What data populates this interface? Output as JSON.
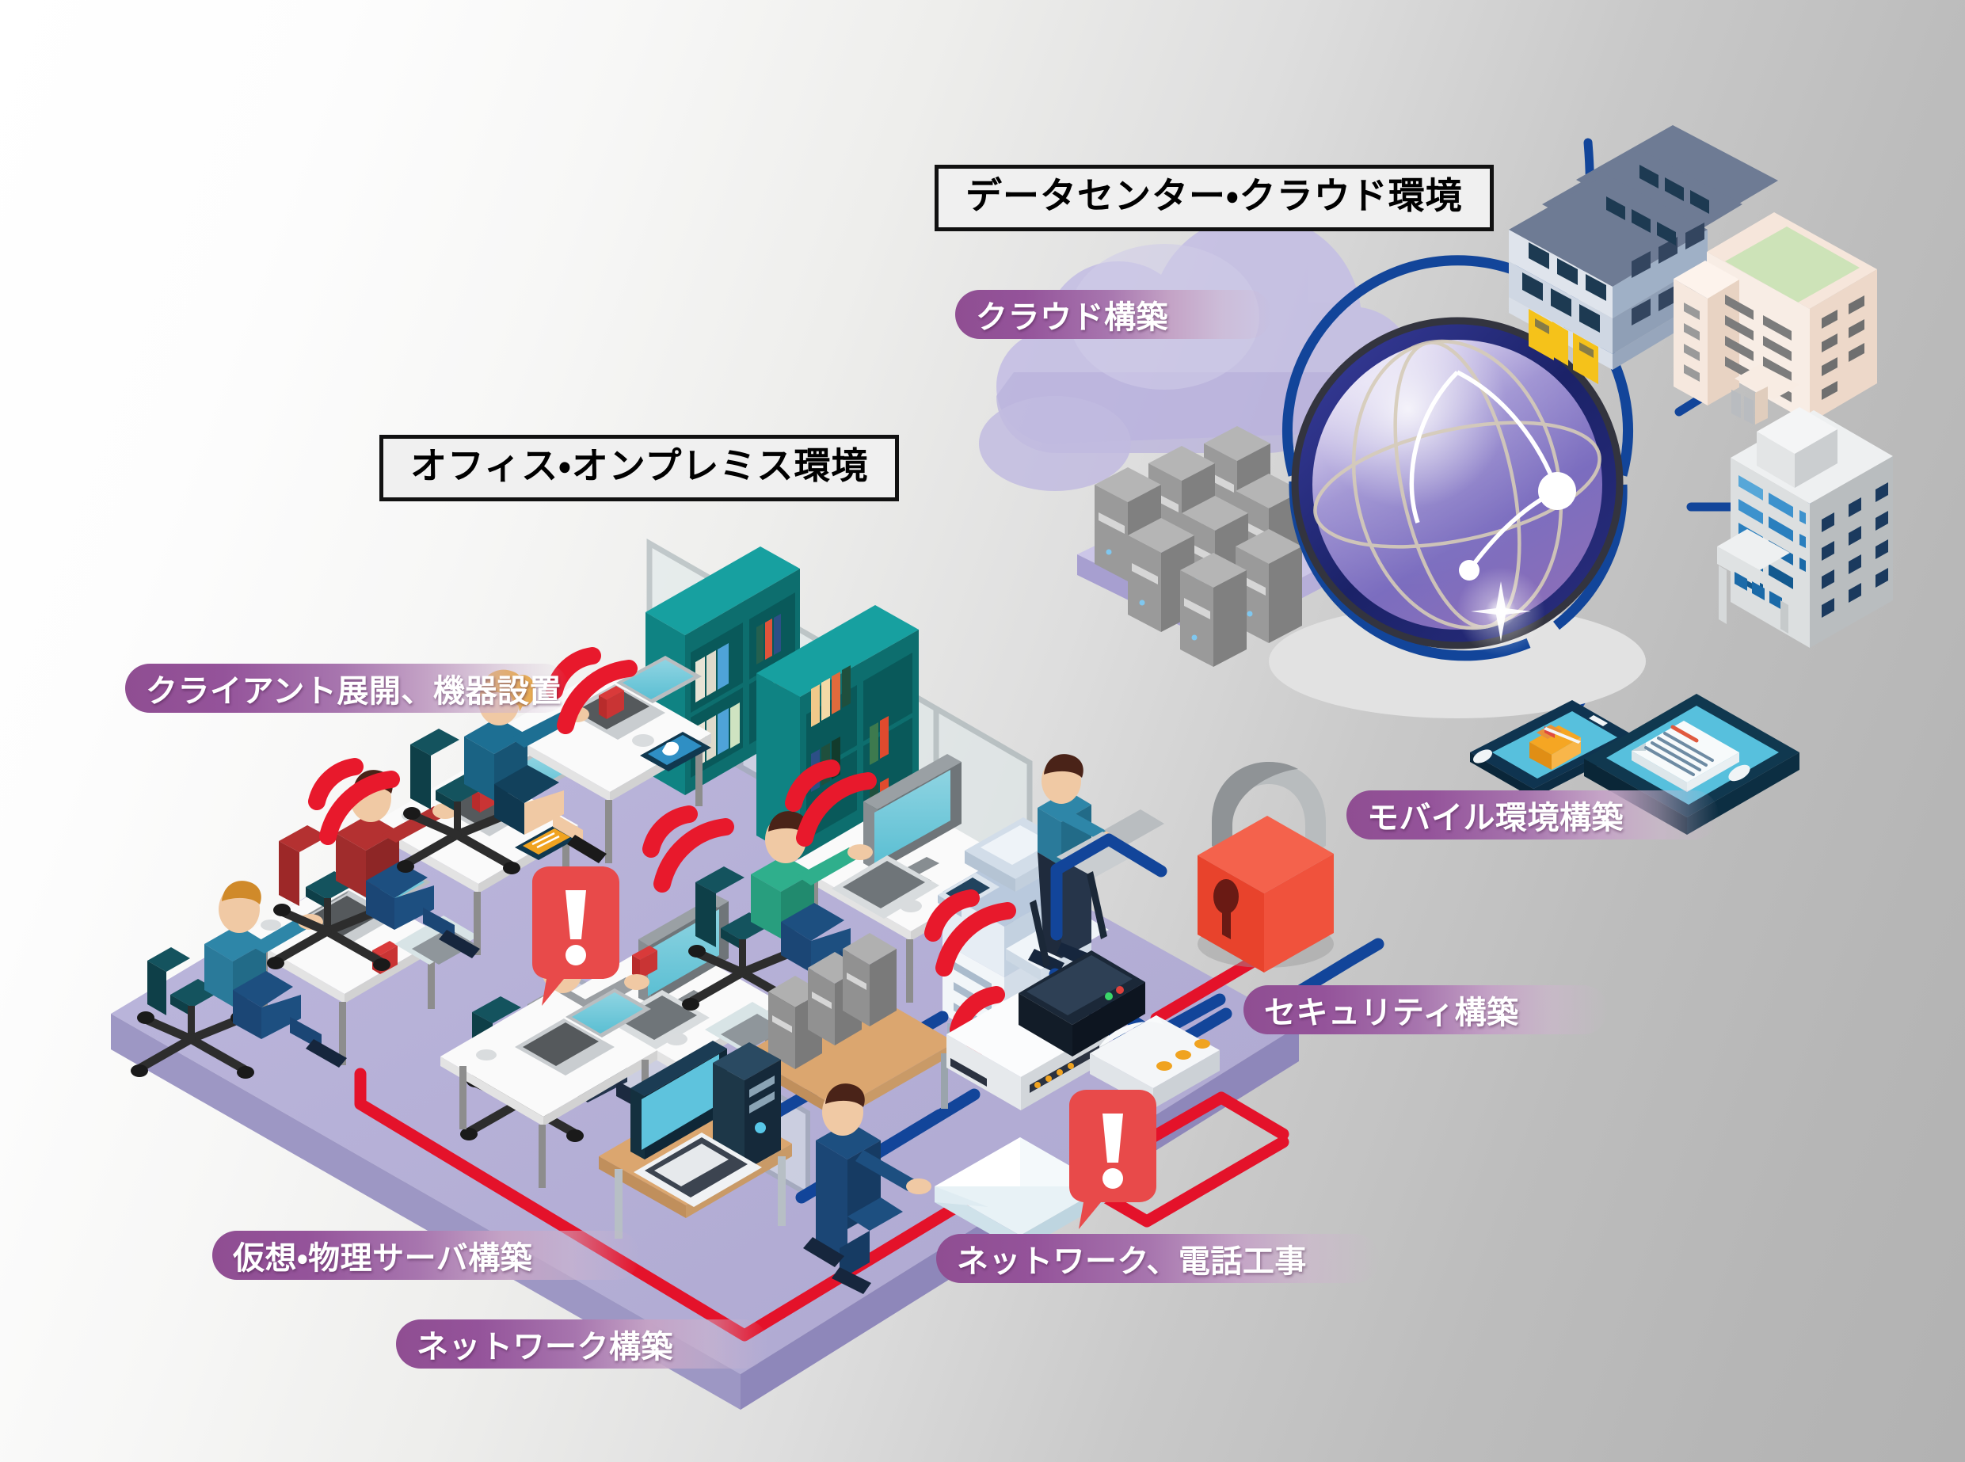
{
  "diagram": {
    "kind": "isometric-it-infrastructure-diagram",
    "background_gradient": [
      "#ffffff",
      "#b2b2b2"
    ]
  },
  "sections": [
    {
      "id": "datacenter",
      "label": "データセンター・クラウド環境"
    },
    {
      "id": "office",
      "label": "オフィス・オンプレミス環境"
    }
  ],
  "badges": [
    {
      "id": "cloud",
      "label": "クラウド構築"
    },
    {
      "id": "client",
      "label": "クライアント展開、機器設置"
    },
    {
      "id": "mobile",
      "label": "モバイル環境構築"
    },
    {
      "id": "security",
      "label": "セキュリティ構築"
    },
    {
      "id": "server",
      "label": "仮想・物理サーバ構築"
    },
    {
      "id": "netphone",
      "label": "ネットワーク、電話工事"
    },
    {
      "id": "network",
      "label": "ネットワーク構築"
    }
  ],
  "colors": {
    "badge_purple": "#8f4e92",
    "badge_fade": "#cbb4cb",
    "title_border": "#111111",
    "title_fill": "#f0f0f0",
    "floor_top": "#b3aed4",
    "floor_side": "#9d97c4",
    "globe_dark": "#1b2268",
    "globe_light": "#b9aee0",
    "cloud_lavender": "#c3bde4",
    "wifi_red": "#e8192c",
    "cable_blue": "#12459a",
    "cable_red": "#e4122a",
    "alert_red": "#e84a4a",
    "padlock_red": "#f0523c",
    "bookshelf_teal": "#17817f",
    "server_gray": "#9a9a9a",
    "device_navy": "#143council",
    "screen_cyan": "#5ec3dd",
    "factory_blue": "#b9c6d8",
    "factory_door_yellow": "#f5c21a",
    "office_bldg_beige": "#f4e0d4",
    "office_bldg_roof_green": "#cde3b8",
    "tower_white": "#e9ebec",
    "tower_window_blue": "#1b6aa8"
  },
  "elements": {
    "datacenter": {
      "globe": {
        "name": "network-globe",
        "nodes": 2
      },
      "cloud": {
        "name": "cloud-shape"
      },
      "servers": {
        "name": "server-tower-group",
        "count": 8
      },
      "buildings": [
        {
          "name": "factory-building",
          "style": "warehouse, blue-gray, yellow shutters"
        },
        {
          "name": "hospital-building",
          "style": "beige block, green roof"
        },
        {
          "name": "office-tower",
          "style": "white tower, blue windows"
        }
      ],
      "mobile_devices": [
        {
          "name": "smartphone",
          "screen": "orange folder icon"
        },
        {
          "name": "tablet",
          "screen": "document page icon"
        }
      ]
    },
    "office": {
      "floor": {
        "name": "isometric-office-floor"
      },
      "workers": {
        "name": "office-worker",
        "count": 7
      },
      "wifi_waves": {
        "name": "wifi-signal-icon",
        "count": 6
      },
      "alerts": {
        "name": "alert-bubble-icon",
        "count": 2
      },
      "bookshelves": {
        "name": "bookshelf",
        "count": 2
      },
      "printer": {
        "name": "multifunction-printer"
      },
      "router": {
        "name": "wireless-router"
      },
      "switch": {
        "name": "network-switch"
      },
      "modem": {
        "name": "modem-device"
      },
      "server_rack": {
        "name": "server-rack-desk",
        "towers": 3
      },
      "technician": {
        "name": "network-technician"
      },
      "desktop_pc": {
        "name": "desktop-workstation"
      },
      "mail": {
        "name": "envelope-icon"
      },
      "padlock": {
        "name": "security-padlock-icon"
      }
    }
  }
}
